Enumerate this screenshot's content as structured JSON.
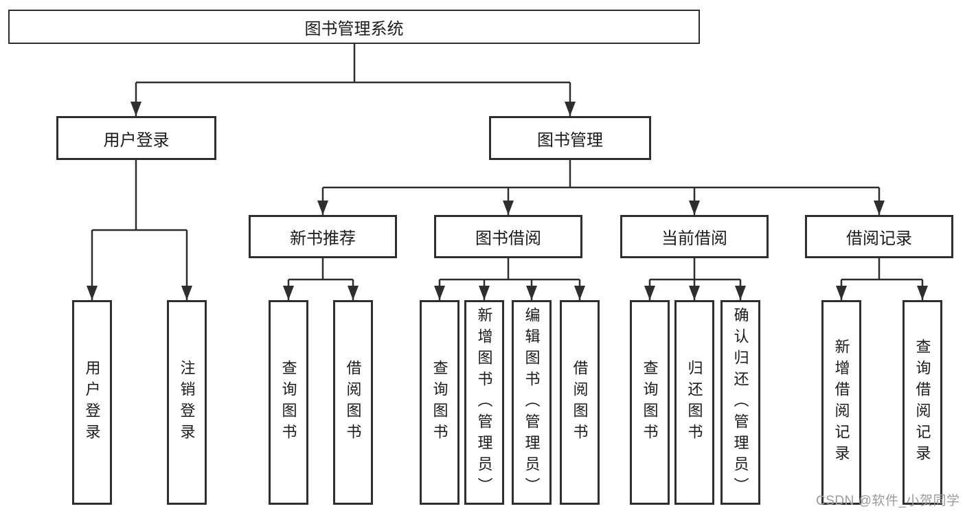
{
  "diagram": {
    "root": {
      "label": "图书管理系统"
    },
    "level2": {
      "user_login": {
        "label": "用户登录"
      },
      "book_management": {
        "label": "图书管理"
      }
    },
    "level3": {
      "new_book_recommend": {
        "label": "新书推荐"
      },
      "book_borrowing": {
        "label": "图书借阅"
      },
      "current_borrowing": {
        "label": "当前借阅"
      },
      "borrowing_records": {
        "label": "借阅记录"
      }
    },
    "leaves": {
      "user_login": {
        "label": "用户登录"
      },
      "logout": {
        "label": "注销登录"
      },
      "recommend_query_books": {
        "label": "查询图书"
      },
      "recommend_borrow_books": {
        "label": "借阅图书"
      },
      "borrow_query_books": {
        "label": "查询图书"
      },
      "borrow_add_books": {
        "label": "新增图书（管理员）"
      },
      "borrow_edit_books": {
        "label": "编辑图书（管理员）"
      },
      "borrow_borrow_books": {
        "label": "借阅图书"
      },
      "current_query_books": {
        "label": "查询图书"
      },
      "current_return_books": {
        "label": "归还图书"
      },
      "current_confirm_return": {
        "label": "确认归还（管理员）"
      },
      "records_add_record": {
        "label": "新增借阅记录"
      },
      "records_query_record": {
        "label": "查询借阅记录"
      }
    },
    "colors": {
      "line": "#2e2e2e",
      "text": "#1b1b1b",
      "watermark": "#9b9b9b"
    },
    "watermark": "CSDN @软件_小贺同学"
  }
}
